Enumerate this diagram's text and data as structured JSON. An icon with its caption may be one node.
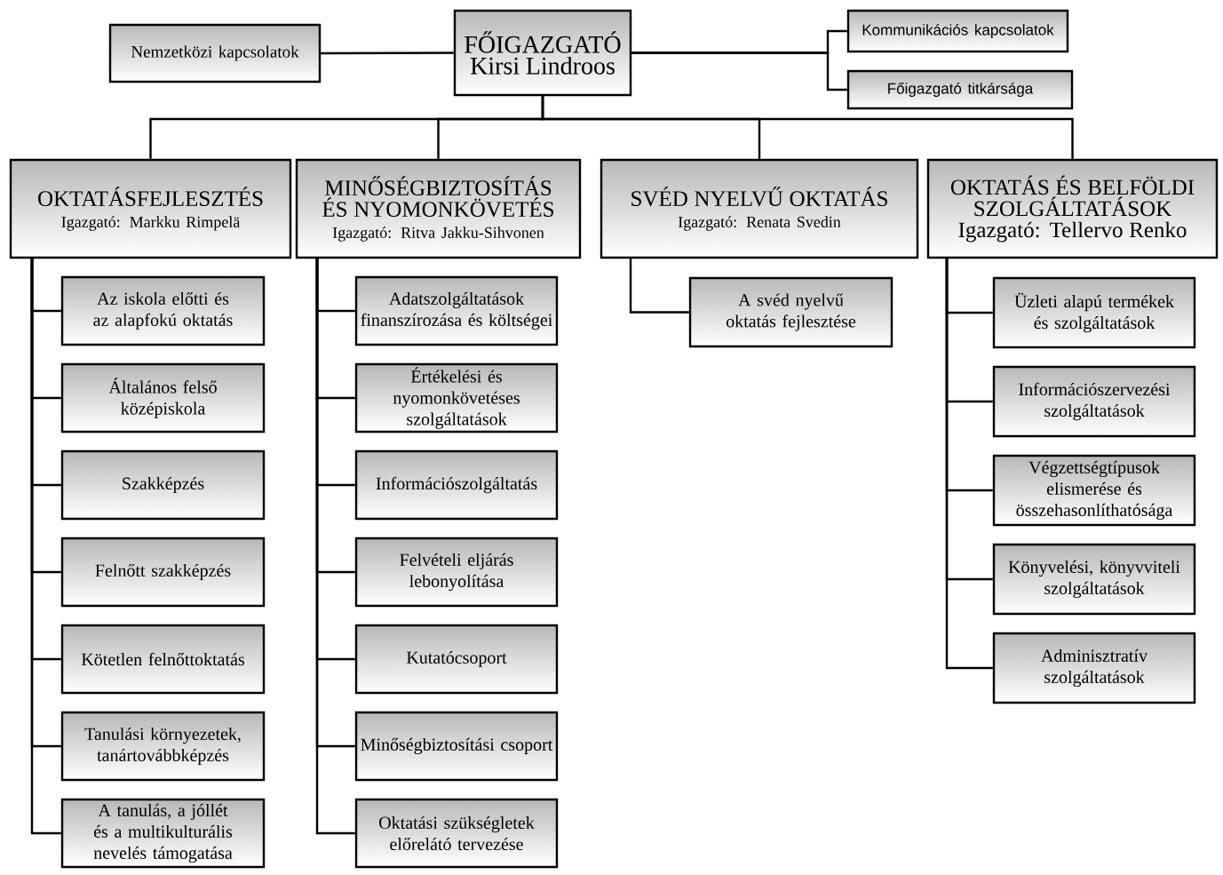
{
  "diagram": {
    "nodes": [
      {
        "text": [
          "FŐIGAZGATÓ",
          "Kirsi Lindroos"
        ]
      },
      {
        "text": [
          "Nemzetközi kapcsolatok"
        ]
      },
      {
        "text": [
          "Kommunikációs kapcsolatok"
        ]
      },
      {
        "text": [
          "Főigazgató titkársága"
        ]
      },
      {
        "text": [
          "OKTATÁSFEJLESZTÉS",
          "Igazgató: Markku Rimpelä"
        ]
      },
      {
        "text": [
          "MINŐSÉGBIZTOSÍTÁS ÉS NYOMONKÖVETÉS",
          "Igazgató: Ritva Jakku-Sihvonen"
        ]
      },
      {
        "text": [
          "SVÉD NYELVŰ OKTATÁS",
          "Igazgató: Renata Svedin"
        ]
      },
      {
        "text": [
          "OKTATÁS ÉS BELFÖLDI SZOLGÁLTATÁSOK",
          "Igazgató: Tellervo Renko"
        ]
      },
      {
        "text": [
          "Az iskola előtti és az alapfokú oktatás"
        ]
      },
      {
        "text": [
          "Általános felső középiskola"
        ]
      },
      {
        "text": [
          "Szakképzés"
        ]
      },
      {
        "text": [
          "Felnőtt szakképzés"
        ]
      },
      {
        "text": [
          "Kötetlen felnőttoktatás"
        ]
      },
      {
        "text": [
          "Tanulási környezetek, tanártovábbképzés"
        ]
      },
      {
        "text": [
          "A tanulás, a jóllét és a multikulturális nevelés támogatása"
        ]
      },
      {
        "text": [
          "Adatszolgáltatások finanszírozása és költségei"
        ]
      },
      {
        "text": [
          "Értékelési és nyomonkövetéses szolgáltatások"
        ]
      },
      {
        "text": [
          "Információszolgáltatás"
        ]
      },
      {
        "text": [
          "Felvételi eljárás lebonyolítása"
        ]
      },
      {
        "text": [
          "Kutatócsoport"
        ]
      },
      {
        "text": [
          "Minőségbiztosítási csoport"
        ]
      },
      {
        "text": [
          "Oktatási szükségletek előrelátó tervezése"
        ]
      },
      {
        "text": [
          "A svéd nyelvű oktatás fejlesztése"
        ]
      },
      {
        "text": [
          "Üzleti alapú termékek és szolgáltatások"
        ]
      },
      {
        "text": [
          "Információszervezési szolgáltatások"
        ]
      },
      {
        "text": [
          "Végzettségtípusok elismerése és összehasonlíthatósága"
        ]
      },
      {
        "text": [
          "Könyvelési, könyvviteli szolgáltatások"
        ]
      },
      {
        "text": [
          "Adminisztratív szolgáltatások"
        ]
      }
    ],
    "edges": [
      {
        "from": 0,
        "to": 1,
        "arrow": "none"
      },
      {
        "from": 0,
        "to": 2,
        "arrow": "none"
      },
      {
        "from": 0,
        "to": 3,
        "arrow": "none"
      },
      {
        "from": 0,
        "to": 4,
        "arrow": "none"
      },
      {
        "from": 0,
        "to": 5,
        "arrow": "none"
      },
      {
        "from": 0,
        "to": 6,
        "arrow": "none"
      },
      {
        "from": 0,
        "to": 7,
        "arrow": "none"
      },
      {
        "from": 4,
        "to": 8,
        "arrow": "none"
      },
      {
        "from": 4,
        "to": 9,
        "arrow": "none"
      },
      {
        "from": 4,
        "to": 10,
        "arrow": "none"
      },
      {
        "from": 4,
        "to": 11,
        "arrow": "none"
      },
      {
        "from": 4,
        "to": 12,
        "arrow": "none"
      },
      {
        "from": 4,
        "to": 13,
        "arrow": "none"
      },
      {
        "from": 4,
        "to": 14,
        "arrow": "none"
      },
      {
        "from": 5,
        "to": 15,
        "arrow": "none"
      },
      {
        "from": 5,
        "to": 16,
        "arrow": "none"
      },
      {
        "from": 5,
        "to": 17,
        "arrow": "none"
      },
      {
        "from": 5,
        "to": 18,
        "arrow": "none"
      },
      {
        "from": 5,
        "to": 19,
        "arrow": "none"
      },
      {
        "from": 5,
        "to": 20,
        "arrow": "none"
      },
      {
        "from": 5,
        "to": 21,
        "arrow": "none"
      },
      {
        "from": 6,
        "to": 22,
        "arrow": "none"
      },
      {
        "from": 7,
        "to": 23,
        "arrow": "none"
      },
      {
        "from": 7,
        "to": 24,
        "arrow": "none"
      },
      {
        "from": 7,
        "to": 25,
        "arrow": "none"
      },
      {
        "from": 7,
        "to": 26,
        "arrow": "none"
      },
      {
        "from": 7,
        "to": 27,
        "arrow": "none"
      }
    ]
  }
}
